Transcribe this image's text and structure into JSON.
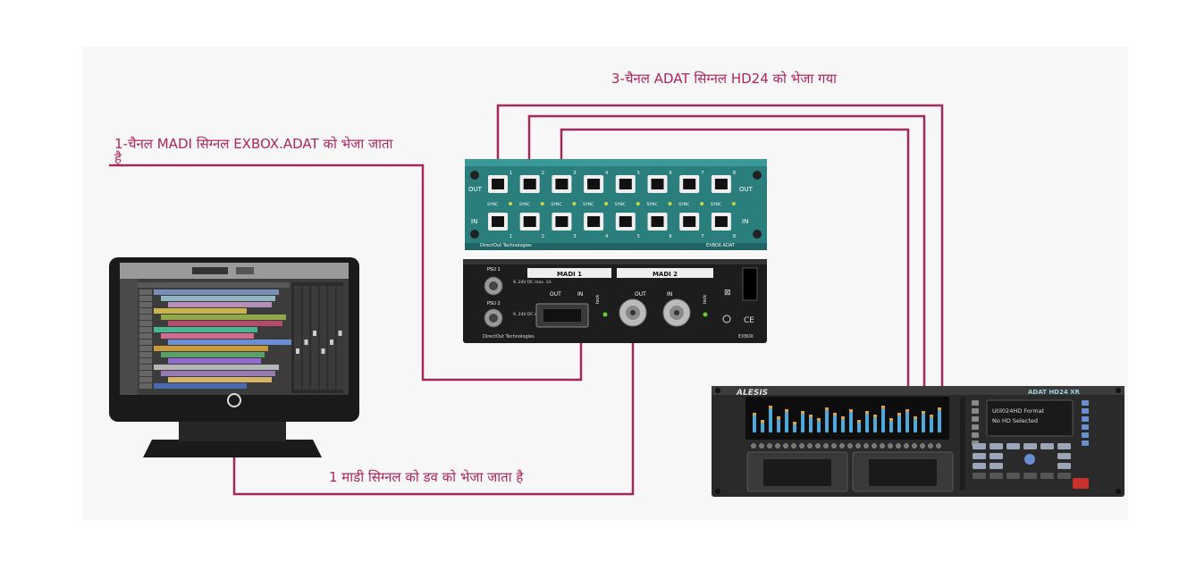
{
  "labels": {
    "adat_to_hd24": "3-चैनल ADAT सिग्नल HD24 को भेजा गया",
    "madi_to_exbox": "1-चैनल MADI सिग्नल EXBOX.ADAT को भेजा जाता है",
    "madi_to_dav": "1 माडी सिग्नल को डव को भेजा जाता है"
  },
  "exbox_adat": {
    "out_label": "OUT",
    "in_label": "IN",
    "port_numbers": [
      "1",
      "2",
      "3",
      "4",
      "5",
      "6",
      "7",
      "8"
    ],
    "sync_label": "SYNC",
    "brand": "DirectOut Technologies",
    "model": "EXBOX.ADAT"
  },
  "exbox": {
    "psu1_label": "PSU 1",
    "psu2_label": "PSU 2",
    "psu_spec": "9..24V DC max. 1A",
    "madi1_label": "MADI 1",
    "madi2_label": "MADI 2",
    "out_label": "OUT",
    "in_label": "IN",
    "lock_label": "lock",
    "brand": "DirectOut Technologies",
    "model": "EXBOX",
    "ce_mark": "CE"
  },
  "hd24": {
    "brand": "ALESIS",
    "model": "ADAT HD24 XR",
    "lcd_line1": "Util024HD Format",
    "lcd_line2": "No HD Selected"
  },
  "colors": {
    "cable": "#a3285d",
    "adat_panel": "#2a7f7d",
    "exbox_panel": "#1d1d1d",
    "label_text": "#b0245e"
  }
}
